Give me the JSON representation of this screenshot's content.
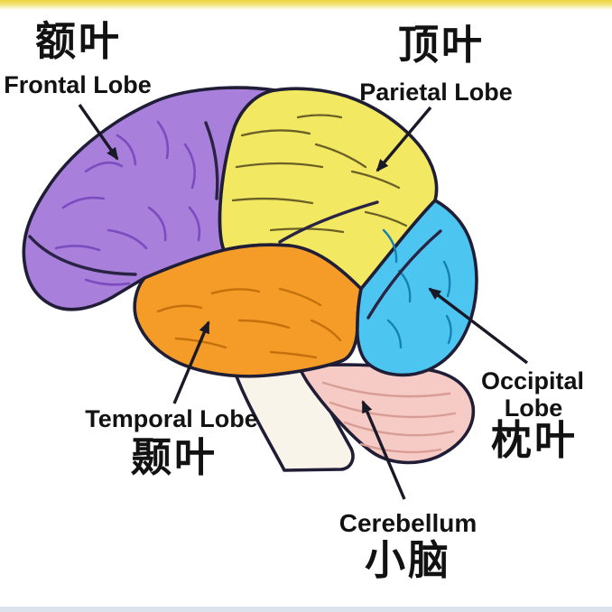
{
  "title": "Brain lobes diagram (Chinese/English)",
  "strips": {
    "top_color": "#edd63f",
    "bottom_color": "#dce3ec"
  },
  "outline_color": "#201d36",
  "text_color": "#121212",
  "regions": {
    "frontal": {
      "zh": "额叶",
      "en": "Frontal Lobe",
      "color": "#a87fdb"
    },
    "parietal": {
      "zh": "顶叶",
      "en": "Parietal Lobe",
      "color": "#f2e862"
    },
    "temporal": {
      "zh": "颞叶",
      "en": "Temporal Lobe",
      "color": "#f59b28"
    },
    "occipital": {
      "zh": "枕叶",
      "en_line1": "Occipital",
      "en_line2": "Lobe",
      "color": "#4cc5f0"
    },
    "cerebellum": {
      "zh": "小脑",
      "en": "Cerebellum",
      "color": "#f6cbc5"
    },
    "brainstem": {
      "color": "#f8f4ea"
    }
  }
}
